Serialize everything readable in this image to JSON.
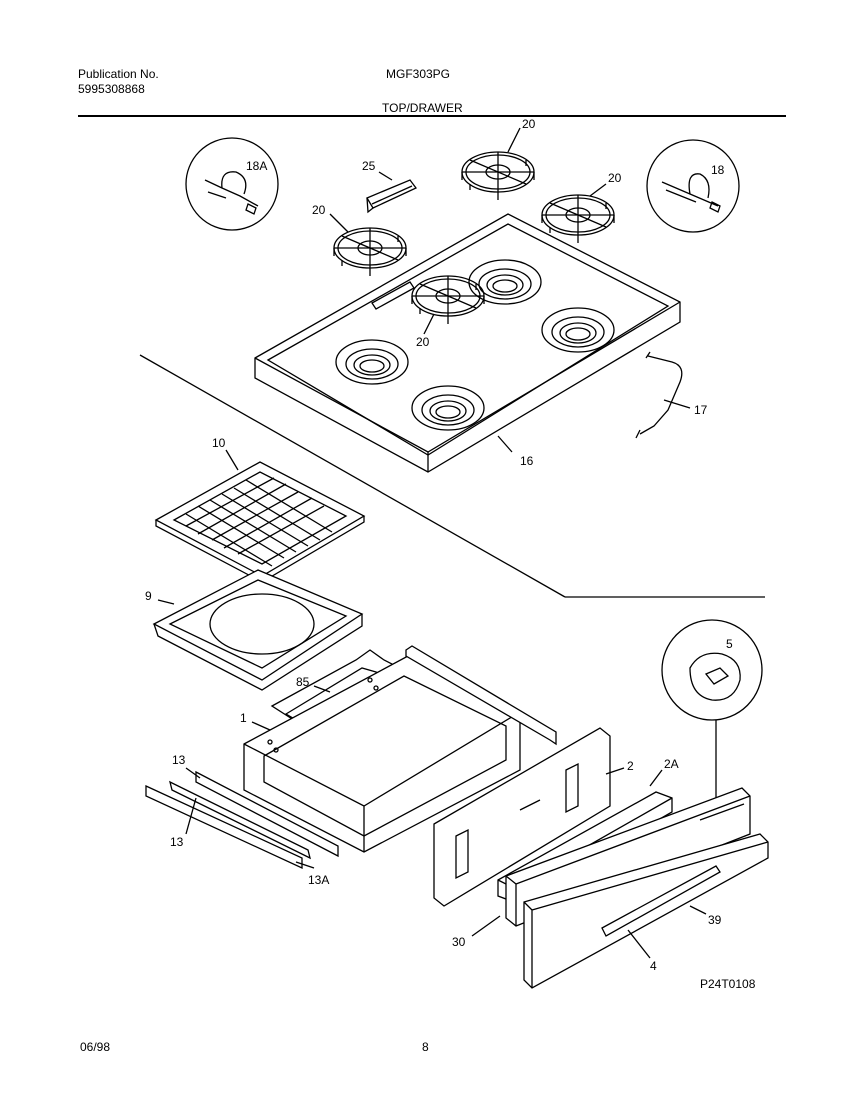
{
  "header": {
    "publication_label": "Publication No.",
    "publication_number": "5995308868",
    "model": "MGF303PG",
    "section_title": "TOP/DRAWER"
  },
  "footer": {
    "date": "06/98",
    "page": "8",
    "figure_id": "P24T0108"
  },
  "callouts": {
    "c18a": "18A",
    "c18": "18",
    "c25": "25",
    "c20a": "20",
    "c20b": "20",
    "c20c": "20",
    "c20d": "20",
    "c17": "17",
    "c16": "16",
    "c10": "10",
    "c9": "9",
    "c85": "85",
    "c1": "1",
    "c5": "5",
    "c2": "2",
    "c2a": "2A",
    "c13a": "13",
    "c13b": "13",
    "c13a2": "13A",
    "c30": "30",
    "c39": "39",
    "c4": "4"
  }
}
